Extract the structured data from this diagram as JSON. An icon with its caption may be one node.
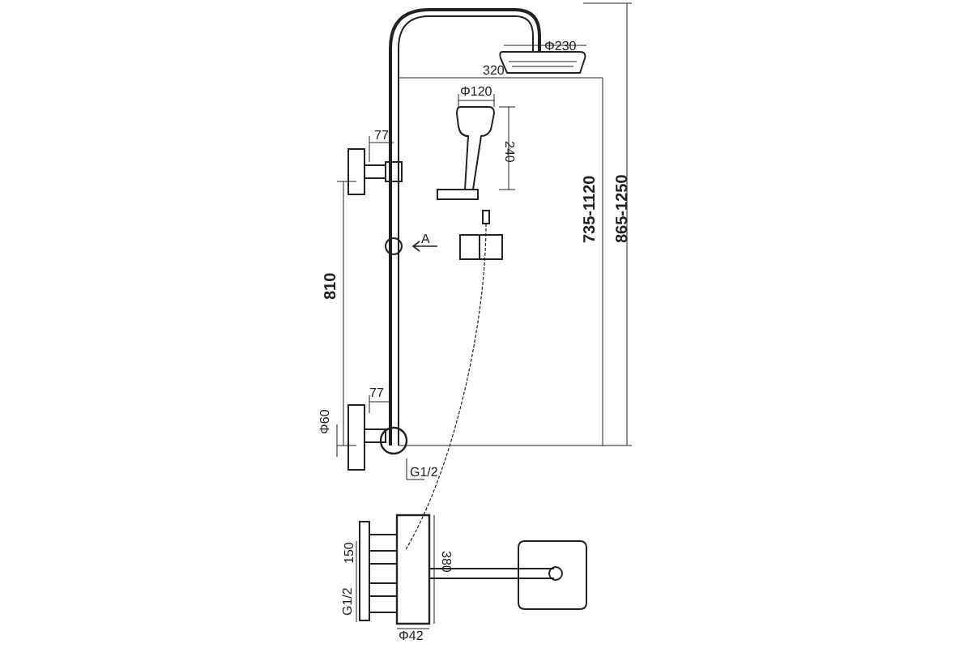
{
  "diagram": {
    "labels": [
      "Φ230",
      "320",
      "Φ120",
      "240",
      "77",
      "A",
      "810",
      "735-1120",
      "865-1250",
      "77",
      "Φ60",
      "G1/2",
      "150",
      "G1/2",
      "380",
      "Φ42"
    ]
  }
}
